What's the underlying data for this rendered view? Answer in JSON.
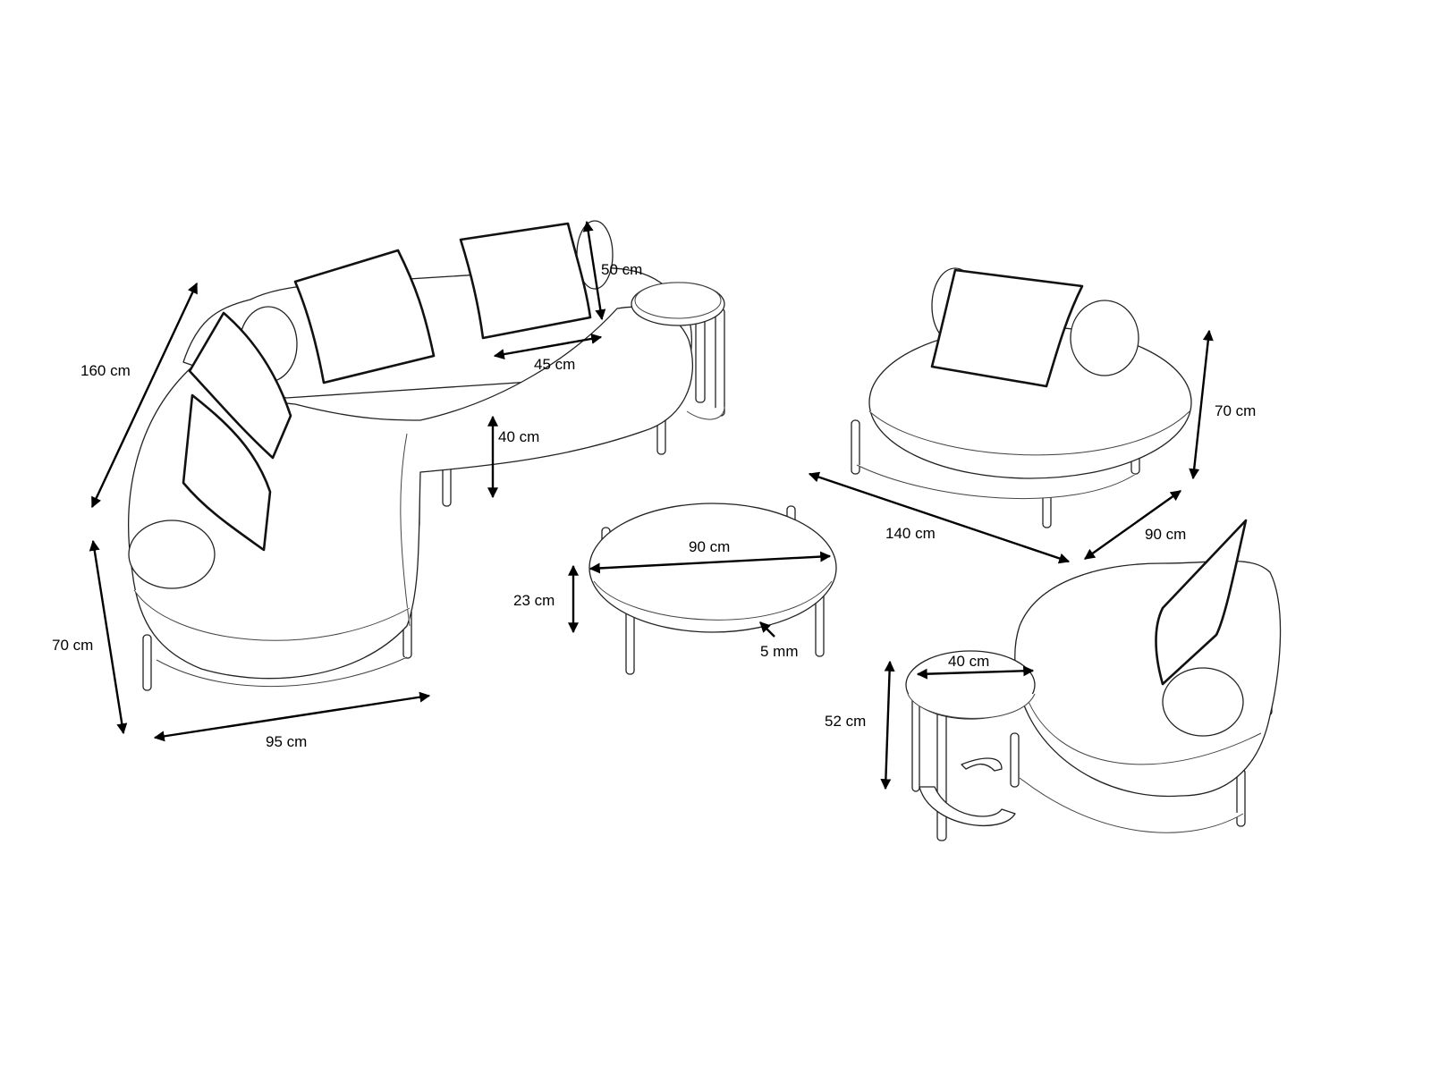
{
  "dimensions": {
    "sofa_length": "160 cm",
    "sofa_height": "70 cm",
    "sofa_depth": "95 cm",
    "cushion_height": "50 cm",
    "cushion_width": "45 cm",
    "seat_height": "40 cm",
    "loveseat_height": "70 cm",
    "loveseat_width": "140 cm",
    "loveseat_depth": "90 cm",
    "coffee_table_diameter": "90 cm",
    "coffee_table_height": "23 cm",
    "coffee_table_top_thickness": "5 mm",
    "side_table_diameter": "40 cm",
    "side_table_height": "52 cm"
  },
  "colors": {
    "outline": "#222222",
    "arrow": "#000000",
    "background": "#ffffff"
  }
}
